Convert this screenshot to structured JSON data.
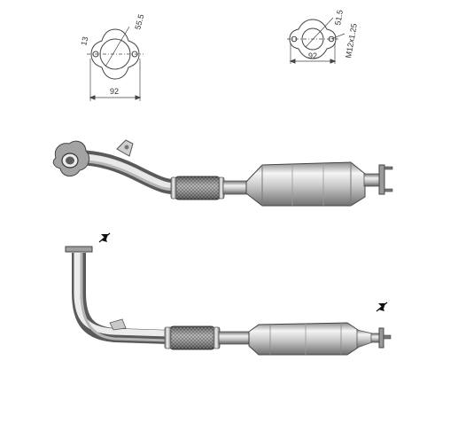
{
  "flange_left": {
    "bolt_diameter": "13",
    "bore": "55.5",
    "width": "92"
  },
  "flange_right": {
    "bore": "51.5",
    "bolt_spec": "M12x1.25",
    "width": "92"
  },
  "colors": {
    "line": "#444444",
    "metal_light": "#eeeeee",
    "metal_mid": "#bdbdbd",
    "metal_dark": "#6e6e6e",
    "flange": "#9a9a9a"
  },
  "icons": {
    "direction_arrow_top": "bolt-arrow-icon",
    "direction_arrow_bottom": "bolt-arrow-icon"
  }
}
